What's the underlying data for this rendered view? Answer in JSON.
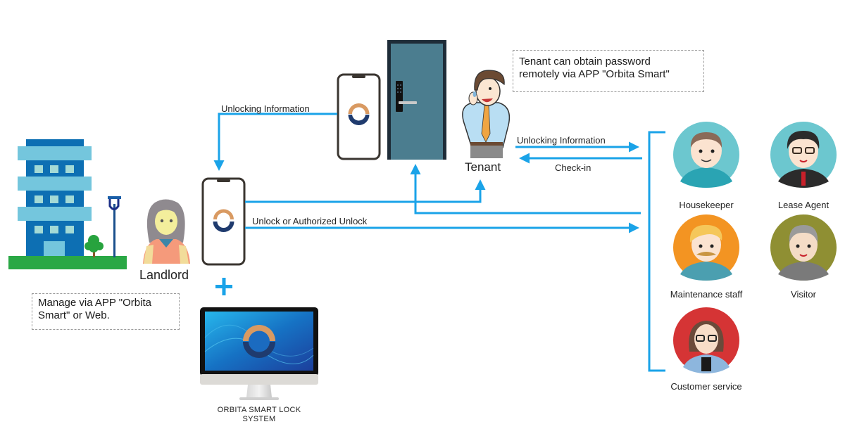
{
  "diagram": {
    "actors": {
      "landlord": "Landlord",
      "tenant": "Tenant"
    },
    "notes": {
      "landlord_note": "Manage via APP \"Orbita Smart\" or Web.",
      "landlord_note_line1": "Manage via APP \"Orbita",
      "landlord_note_line2": "Smart\" or Web.",
      "tenant_note_line1": "Tenant can obtain password",
      "tenant_note_line2": "remotely via APP \"Orbita Smart\""
    },
    "arrows": {
      "door_phone_to_landlord": "Unlocking Information",
      "tenant_to_roles": "Unlocking Information",
      "roles_to_tenant": "Check-in",
      "landlord_to_roles": "Unlock or Authorized Unlock"
    },
    "system": {
      "line1": "ORBITA SMART LOCK",
      "line2": "SYSTEM",
      "plus": "+"
    },
    "roles": [
      {
        "label": "Housekeeper",
        "bg": "#6cc7cf"
      },
      {
        "label": "Lease Agent",
        "bg": "#6cc7cf"
      },
      {
        "label": "Maintenance staff",
        "bg": "#f39422"
      },
      {
        "label": "Visitor",
        "bg": "#8f8f33"
      },
      {
        "label": "Customer service",
        "bg": "#d53435"
      }
    ],
    "colors": {
      "arrow": "#1aa3e8",
      "logo_top": "#d99a62",
      "logo_bottom": "#1f3b6e",
      "door": "#4b7d8f",
      "building": "#0d6fb3",
      "building_band": "#74c6dd",
      "grass": "#2aa845"
    }
  }
}
